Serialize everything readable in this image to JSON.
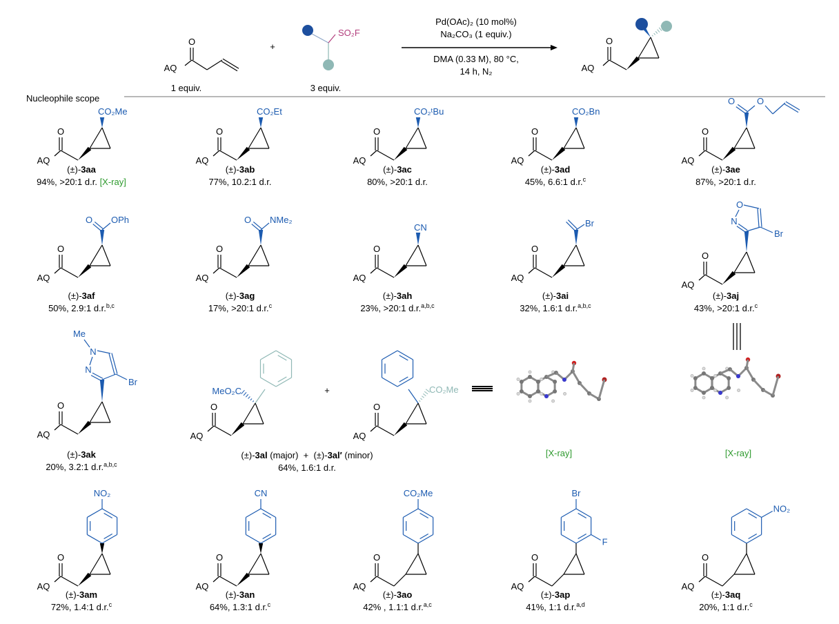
{
  "reaction": {
    "sm1_O": "O",
    "sm1_AQ": "AQ",
    "sm1_equiv": "1 equiv.",
    "plus": "+",
    "reagent_group": "SO₂F",
    "reagent_equiv": "3 equiv.",
    "cond_line1": "Pd(OAc)₂ (10 mol%)",
    "cond_line2": "Na₂CO₃ (1 equiv.)",
    "cond_line3": "DMA (0.33 M), 80 °C,",
    "cond_line4": "14 h, N₂",
    "product_O": "O",
    "product_AQ": "AQ"
  },
  "section_title": "Nucleophile scope",
  "core": {
    "AQ": "AQ",
    "O": "O"
  },
  "prefix": "(±)-",
  "compounds": [
    {
      "id": "3aa",
      "yield": "94%, >20:1 d.r. ",
      "sup": "",
      "note": "[X-ray]",
      "subs": [
        "CO₂Me"
      ]
    },
    {
      "id": "3ab",
      "yield": "77%, 10.2:1 d.r.",
      "sup": "",
      "subs": [
        "CO₂Et"
      ]
    },
    {
      "id": "3ac",
      "yield": "80%, >20:1 d.r.",
      "sup": "",
      "subs": [
        "CO₂ᵗBu"
      ]
    },
    {
      "id": "3ad",
      "yield": "45%, 6.6:1 d.r.",
      "sup": "c",
      "subs": [
        "CO₂Bn"
      ]
    },
    {
      "id": "3ae",
      "yield": "87%, >20:1 d.r.",
      "sup": "",
      "subs": [
        "O",
        "O"
      ]
    },
    {
      "id": "3af",
      "yield": "50%, 2.9:1 d.r.",
      "sup": "b,c",
      "subs": [
        "O",
        "OPh"
      ]
    },
    {
      "id": "3ag",
      "yield": "17%, >20:1 d.r.",
      "sup": "c",
      "subs": [
        "O",
        "NMe₂"
      ]
    },
    {
      "id": "3ah",
      "yield": "23%, >20:1 d.r.",
      "sup": "a,b,c",
      "subs": [
        "CN"
      ]
    },
    {
      "id": "3ai",
      "yield": "32%, 1.6:1 d.r.",
      "sup": "a,b,c",
      "subs": [
        "Br"
      ]
    },
    {
      "id": "3aj",
      "yield": "43%, >20:1 d.r.",
      "sup": "c",
      "subs": [
        "O",
        "N",
        "Br"
      ]
    },
    {
      "id": "3ak",
      "yield": "20%, 3.2:1 d.r.",
      "sup": "a,b,c",
      "subs": [
        "Me",
        "N",
        "N",
        "Br"
      ]
    },
    {
      "id": "3am",
      "yield": "72%, 1.4:1 d.r.",
      "sup": "c",
      "subs": [
        "NO₂"
      ]
    },
    {
      "id": "3an",
      "yield": "64%, 1.3:1 d.r.",
      "sup": "c",
      "subs": [
        "CN"
      ]
    },
    {
      "id": "3ao",
      "yield": "42% , 1.1:1 d.r.",
      "sup": "a,c",
      "subs": [
        "CO₂Me"
      ]
    },
    {
      "id": "3ap",
      "yield": "41%, 1:1 d.r.",
      "sup": "a,d",
      "subs": [
        "Br",
        "F"
      ]
    },
    {
      "id": "3aq",
      "yield": "20%, 1:1 d.r.",
      "sup": "c",
      "subs": [
        "NO₂"
      ]
    }
  ],
  "pair_3al": {
    "major_id": "3al",
    "major_tag": " (major)  +  ",
    "minor_id": "3al′",
    "minor_tag": " (minor)",
    "yield": "64%, 1.6:1 d.r.",
    "major_sub": "MeO₂C",
    "minor_sub": "CO₂Me",
    "plus": "+"
  },
  "xray_labels": [
    "[X-ray]",
    "[X-ray]"
  ],
  "colors": {
    "blue": "#1c5bb0",
    "teal": "#8fb8b5",
    "dark_blue_dot": "#1d4f9e",
    "magenta": "#b23d7c",
    "green": "#2e9a2e",
    "rule": "#a0a0a0"
  }
}
